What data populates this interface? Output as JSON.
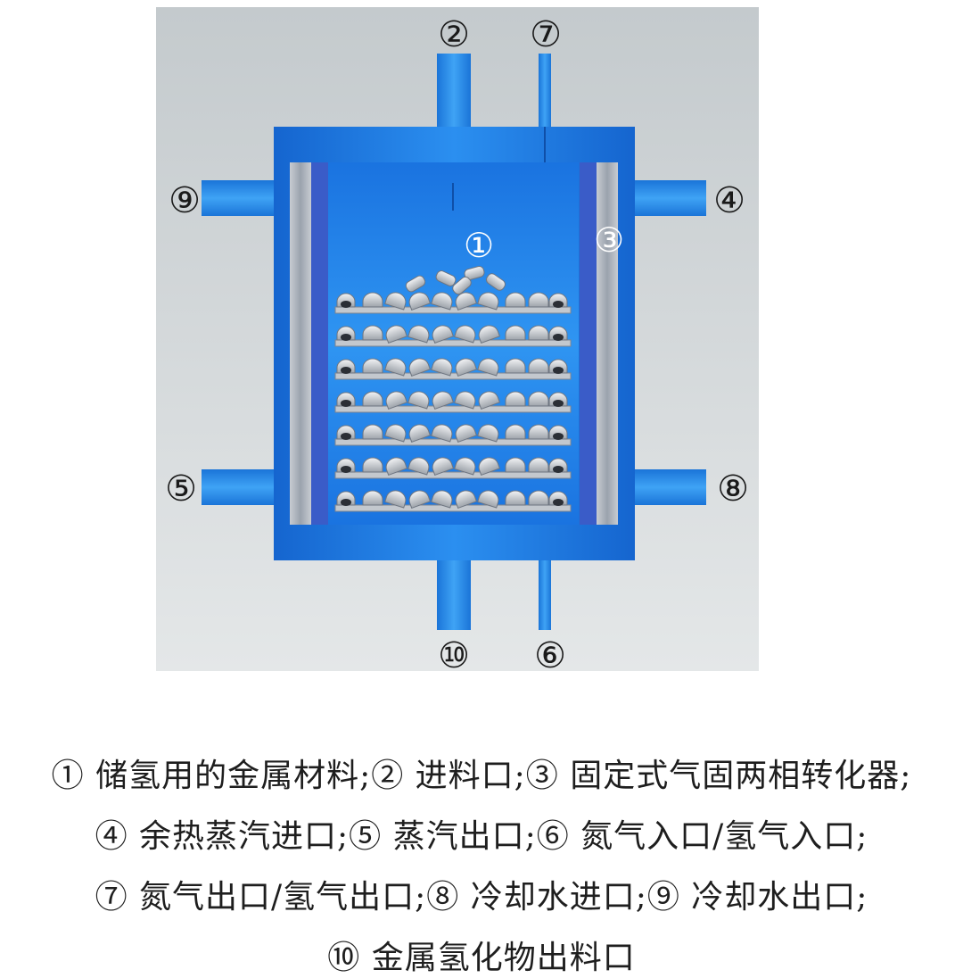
{
  "labels": {
    "l1": "①",
    "l2": "②",
    "l3": "③",
    "l4": "④",
    "l5": "⑤",
    "l6": "⑥",
    "l7": "⑦",
    "l8": "⑧",
    "l9": "⑨",
    "l10": "⑩"
  },
  "caption": {
    "line1": "① 储氢用的金属材料;② 进料口;③ 固定式气固两相转化器;",
    "line2": "④ 余热蒸汽进口;⑤ 蒸汽出口;⑥ 氮气入口/氢气入口;",
    "line3": "⑦ 氮气出口/氢气出口;⑧ 冷却水进口;⑨ 冷却水出口;",
    "line4": "⑩ 金属氢化物出料口"
  },
  "colors": {
    "vessel": "#1f7fe0",
    "vessel_dark": "#1362c4",
    "pipe": "#2a8fe8",
    "inner_wall": "#3a5cc8",
    "grey_wall": "#a8b0bc",
    "background": "#cfd4d6",
    "material": "#c9cdd3"
  }
}
